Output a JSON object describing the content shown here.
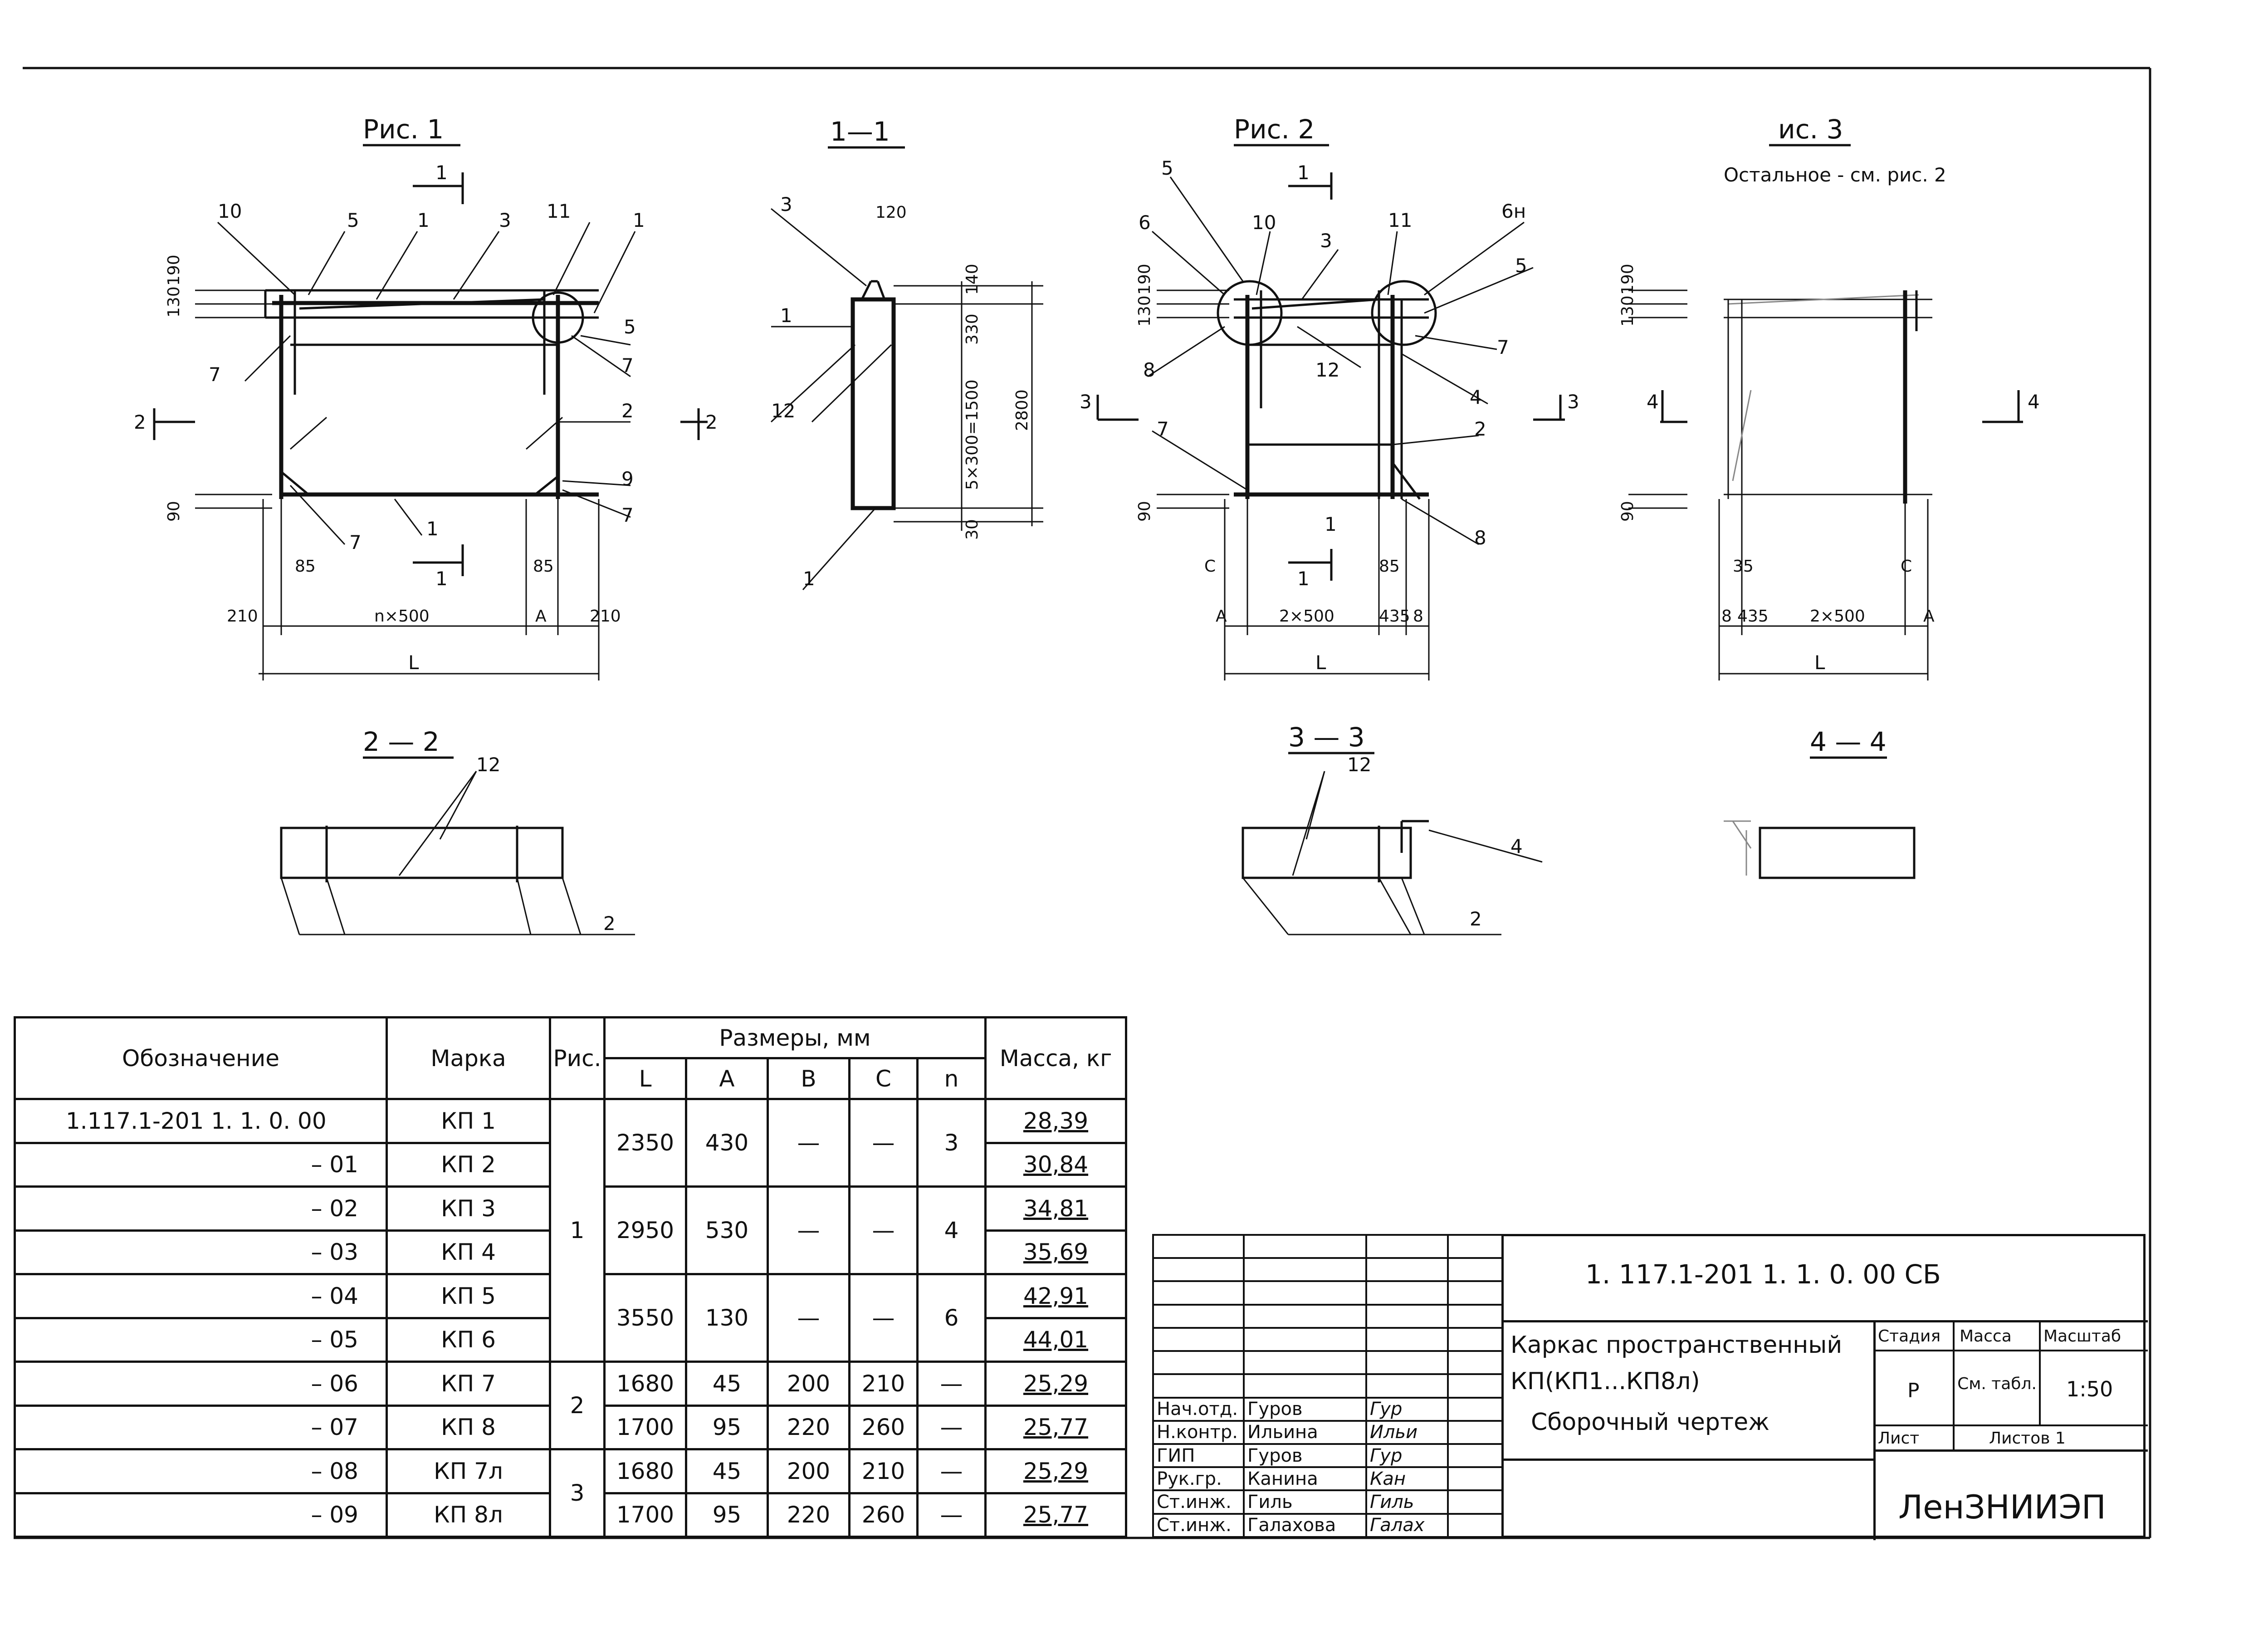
{
  "figures": {
    "fig1_title": "Рис. 1",
    "fig2_title": "Рис. 2",
    "fig3_title": "ис. 3",
    "fig3_note": "Остальное - см. рис. 2",
    "sec11": "1—1",
    "sec22": "2 — 2",
    "sec33": "3 — 3",
    "sec44": "4 — 4",
    "fig1": {
      "pos10": "10",
      "pos5": "5",
      "pos1a": "1",
      "pos3": "3",
      "pos11": "11",
      "pos1b": "1",
      "pos5r": "5",
      "pos7a": "7",
      "pos7b": "7",
      "pos2": "2",
      "pos9": "9",
      "pos7c": "7",
      "pos7d": "7",
      "pos1c": "1",
      "cut1": "1",
      "cut1b": "1",
      "cut2l": "2",
      "cut2r": "2",
      "d130": "130",
      "d190": "190",
      "d90": "90",
      "d85a": "85",
      "d85b": "85",
      "d210a": "210",
      "dn500": "n×500",
      "dA": "A",
      "d210b": "210",
      "dL": "L"
    },
    "fig11": {
      "pos3": "3",
      "d120": "120",
      "pos1": "1",
      "pos12": "12",
      "pos1b": "1",
      "d330": "330",
      "d140": "140",
      "d5x300": "5×300=1500",
      "d2800": "2800",
      "d30": "30"
    },
    "fig2": {
      "pos5": "5",
      "pos6": "6",
      "pos10": "10",
      "pos3": "3",
      "pos11": "11",
      "pos6n": "6н",
      "pos5r": "5",
      "pos8": "8",
      "pos12": "12",
      "pos7": "7",
      "pos4": "4",
      "pos7l": "7",
      "pos2": "2",
      "pos1": "1",
      "pos8b": "8",
      "cut1": "1",
      "cut1b": "1",
      "cut3l": "3",
      "cut3r": "3",
      "d130": "130",
      "d190": "190",
      "d90": "90",
      "dC": "C",
      "d85": "85",
      "dA": "A",
      "d2x500": "2×500",
      "d435": "435",
      "dB": "8",
      "dL": "L"
    },
    "fig3": {
      "d130": "130",
      "d190": "190",
      "d90": "90",
      "cut4l": "4",
      "cut4r": "4",
      "d35": "35",
      "dC": "C",
      "dB": "8",
      "d435": "435",
      "d2x500": "2×500",
      "dA": "A",
      "dL": "L"
    },
    "fig22": {
      "pos12": "12",
      "pos2": "2"
    },
    "fig33": {
      "pos12": "12",
      "pos4": "4",
      "pos2": "2"
    }
  },
  "spec_table": {
    "headers": {
      "designation": "Обозначение",
      "mark": "Марка",
      "fig": "Рис.",
      "sizes": "Размеры, мм",
      "L": "L",
      "A": "A",
      "B": "B",
      "C": "C",
      "n": "n",
      "mass": "Масса, кг"
    },
    "rows": [
      {
        "des": "1.117.1-201 1. 1. 0. 00",
        "mark": "КП 1",
        "mass": "28,39"
      },
      {
        "des": "– 01",
        "mark": "КП 2",
        "mass": "30,84"
      },
      {
        "des": "– 02",
        "mark": "КП 3",
        "mass": "34,81"
      },
      {
        "des": "– 03",
        "mark": "КП 4",
        "mass": "35,69"
      },
      {
        "des": "– 04",
        "mark": "КП 5",
        "mass": "42,91"
      },
      {
        "des": "– 05",
        "mark": "КП 6",
        "mass": "44,01"
      },
      {
        "des": "– 06",
        "mark": "КП 7",
        "mass": "25,29"
      },
      {
        "des": "– 07",
        "mark": "КП 8",
        "mass": "25,77"
      },
      {
        "des": "– 08",
        "mark": "КП 7л",
        "mass": "25,29"
      },
      {
        "des": "– 09",
        "mark": "КП 8л",
        "mass": "25,77"
      }
    ],
    "groups": [
      {
        "L": "2350",
        "A": "430",
        "B": "—",
        "C": "—",
        "n": "3"
      },
      {
        "L": "2950",
        "A": "530",
        "B": "—",
        "C": "—",
        "n": "4"
      },
      {
        "L": "3550",
        "A": "130",
        "B": "—",
        "C": "—",
        "n": "6"
      }
    ],
    "singles": [
      {
        "L": "1680",
        "A": "45",
        "B": "200",
        "C": "210",
        "n": "—"
      },
      {
        "L": "1700",
        "A": "95",
        "B": "220",
        "C": "260",
        "n": "—"
      },
      {
        "L": "1680",
        "A": "45",
        "B": "200",
        "C": "210",
        "n": "—"
      },
      {
        "L": "1700",
        "A": "95",
        "B": "220",
        "C": "260",
        "n": "—"
      }
    ],
    "fig_values": [
      "1",
      "2",
      "3"
    ]
  },
  "title_block": {
    "code": "1. 117.1-201 1. 1. 0. 00 СБ",
    "title_line1": "Каркас пространственный",
    "title_line2": "КП(КП1...КП8л)",
    "title_line3": "Сборочный чертеж",
    "stage_label": "Стадия",
    "mass_label": "Масса",
    "scale_label": "Масштаб",
    "stage_value": "Р",
    "mass_value": "См. табл.",
    "scale_value": "1:50",
    "sheet_label": "Лист",
    "sheets_label": "Листов 1",
    "org": "ЛенЗНИИЭП",
    "staff": [
      {
        "role": "Нач.отд.",
        "name": "Гуров",
        "sign": "Гур"
      },
      {
        "role": "Н.контр.",
        "name": "Ильина",
        "sign": "Ильи"
      },
      {
        "role": "ГИП",
        "name": "Гуров",
        "sign": "Гур"
      },
      {
        "role": "Рук.гр.",
        "name": "Канина",
        "sign": "Кан"
      },
      {
        "role": "Ст.инж.",
        "name": "Гиль",
        "sign": "Гиль"
      },
      {
        "role": "Ст.инж.",
        "name": "Галахова",
        "sign": "Галах"
      }
    ]
  }
}
